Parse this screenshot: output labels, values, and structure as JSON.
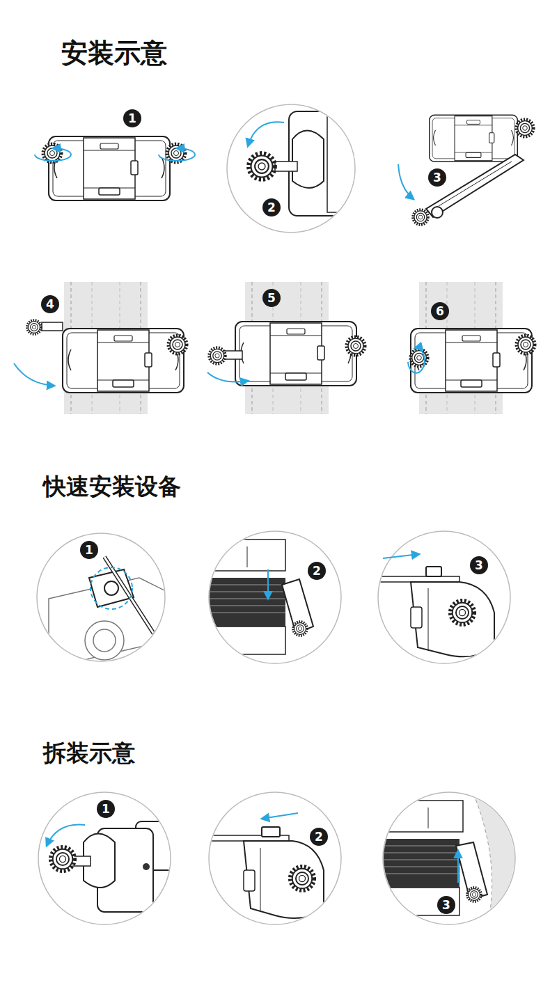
{
  "diagram": {
    "labels": [
      "安装示意",
      "1",
      "2",
      "3",
      "4",
      "5",
      "6",
      "快速安装设备",
      "1",
      "2",
      "3",
      "拆装示意",
      "1",
      "2",
      "3"
    ]
  }
}
